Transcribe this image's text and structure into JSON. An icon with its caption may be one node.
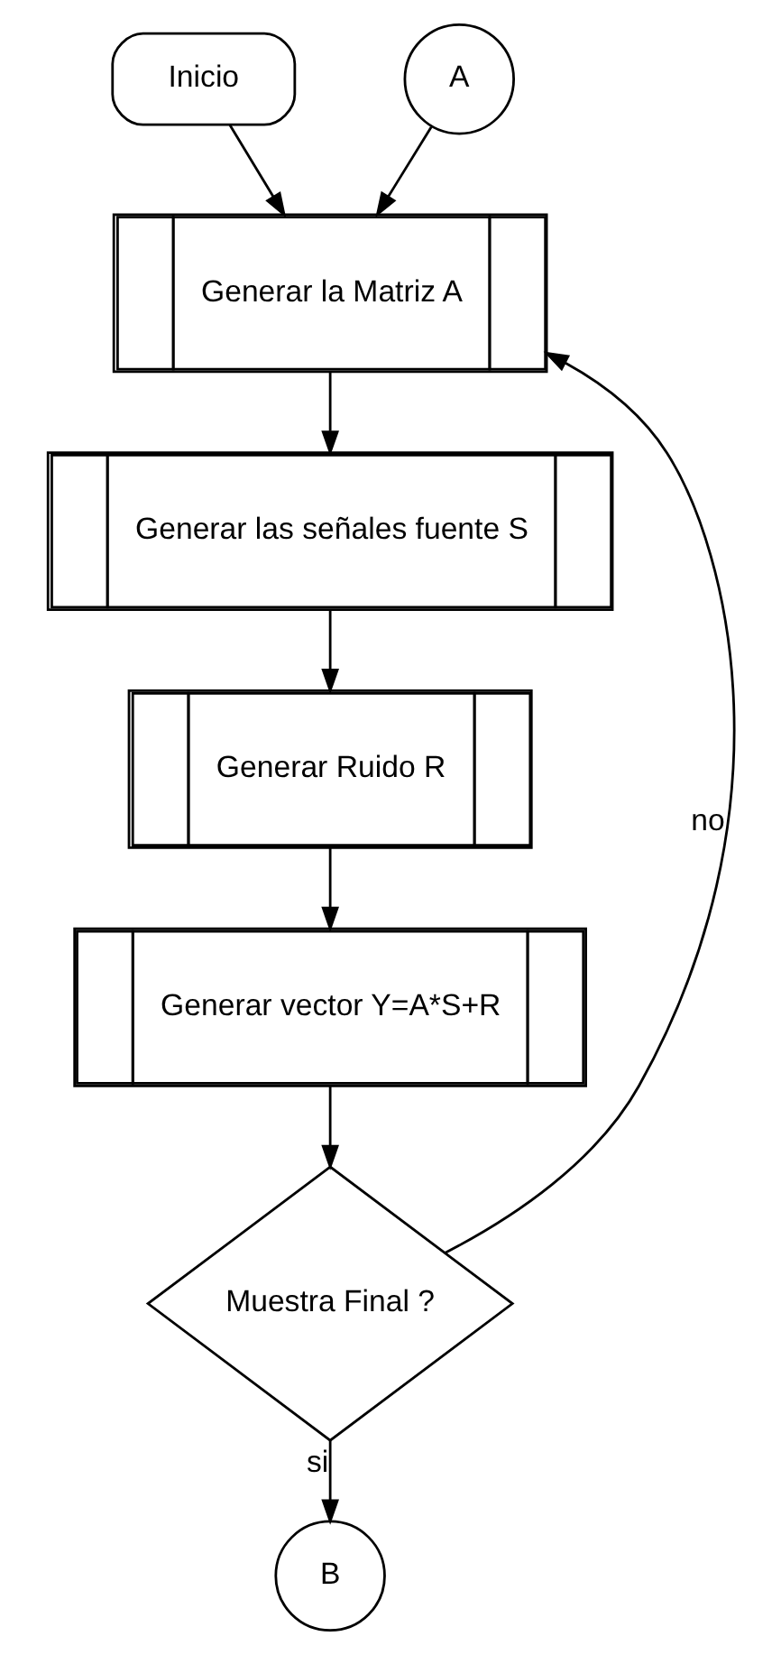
{
  "diagram": {
    "nodes": [
      {
        "text": [
          "Inicio"
        ]
      },
      {
        "text": [
          "A"
        ]
      },
      {
        "text": [
          "Generar la Matriz A"
        ]
      },
      {
        "text": [
          "Generar las señales fuente S"
        ]
      },
      {
        "text": [
          "Generar Ruido R"
        ]
      },
      {
        "text": [
          "Generar vector Y=A*S+R"
        ]
      },
      {
        "text": [
          "Muestra Final ?"
        ]
      },
      {
        "text": [
          "B"
        ]
      }
    ],
    "edges": [
      {
        "from": 0,
        "to": 2,
        "arrow": "to"
      },
      {
        "from": 1,
        "to": 2,
        "arrow": "to"
      },
      {
        "from": 2,
        "to": 3,
        "arrow": "to"
      },
      {
        "from": 3,
        "to": 4,
        "arrow": "to"
      },
      {
        "from": 4,
        "to": 5,
        "arrow": "to"
      },
      {
        "from": 5,
        "to": 6,
        "arrow": "to"
      },
      {
        "from": 6,
        "to": 2,
        "arrow": "to",
        "label": "no"
      },
      {
        "from": 6,
        "to": 7,
        "arrow": "to",
        "label": "si"
      }
    ]
  }
}
